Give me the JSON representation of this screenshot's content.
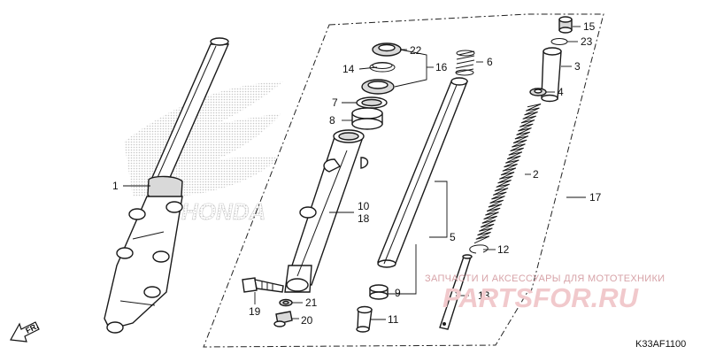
{
  "diagram": {
    "callouts": [
      {
        "id": "c1",
        "text": "1"
      },
      {
        "id": "c2",
        "text": "2"
      },
      {
        "id": "c3",
        "text": "3"
      },
      {
        "id": "c4",
        "text": "4"
      },
      {
        "id": "c5",
        "text": "5"
      },
      {
        "id": "c6",
        "text": "6"
      },
      {
        "id": "c7",
        "text": "7"
      },
      {
        "id": "c8",
        "text": "8"
      },
      {
        "id": "c9",
        "text": "9"
      },
      {
        "id": "c10",
        "text": "10"
      },
      {
        "id": "c11",
        "text": "11"
      },
      {
        "id": "c12",
        "text": "12"
      },
      {
        "id": "c13",
        "text": "13"
      },
      {
        "id": "c14",
        "text": "14"
      },
      {
        "id": "c15",
        "text": "15"
      },
      {
        "id": "c16",
        "text": "16"
      },
      {
        "id": "c17",
        "text": "17"
      },
      {
        "id": "c18",
        "text": "18"
      },
      {
        "id": "c19",
        "text": "19"
      },
      {
        "id": "c20",
        "text": "20"
      },
      {
        "id": "c21",
        "text": "21"
      },
      {
        "id": "c22",
        "text": "22"
      },
      {
        "id": "c23",
        "text": "23"
      }
    ],
    "direction_label": "FR.",
    "diagram_code": "K33AF1100",
    "background_logo_text": "HONDA"
  },
  "watermark": {
    "tagline": "ЗАПЧАСТИ И АКСЕССУАРЫ ДЛЯ МОТОТЕХНИКИ",
    "brand": "PARTSFOR.RU"
  },
  "colors": {
    "line": "#1a1a1a",
    "watermark_text": "#d7a3a8",
    "watermark_brand": "#f1c9cc",
    "logo_dots": "#c8c8c8"
  }
}
